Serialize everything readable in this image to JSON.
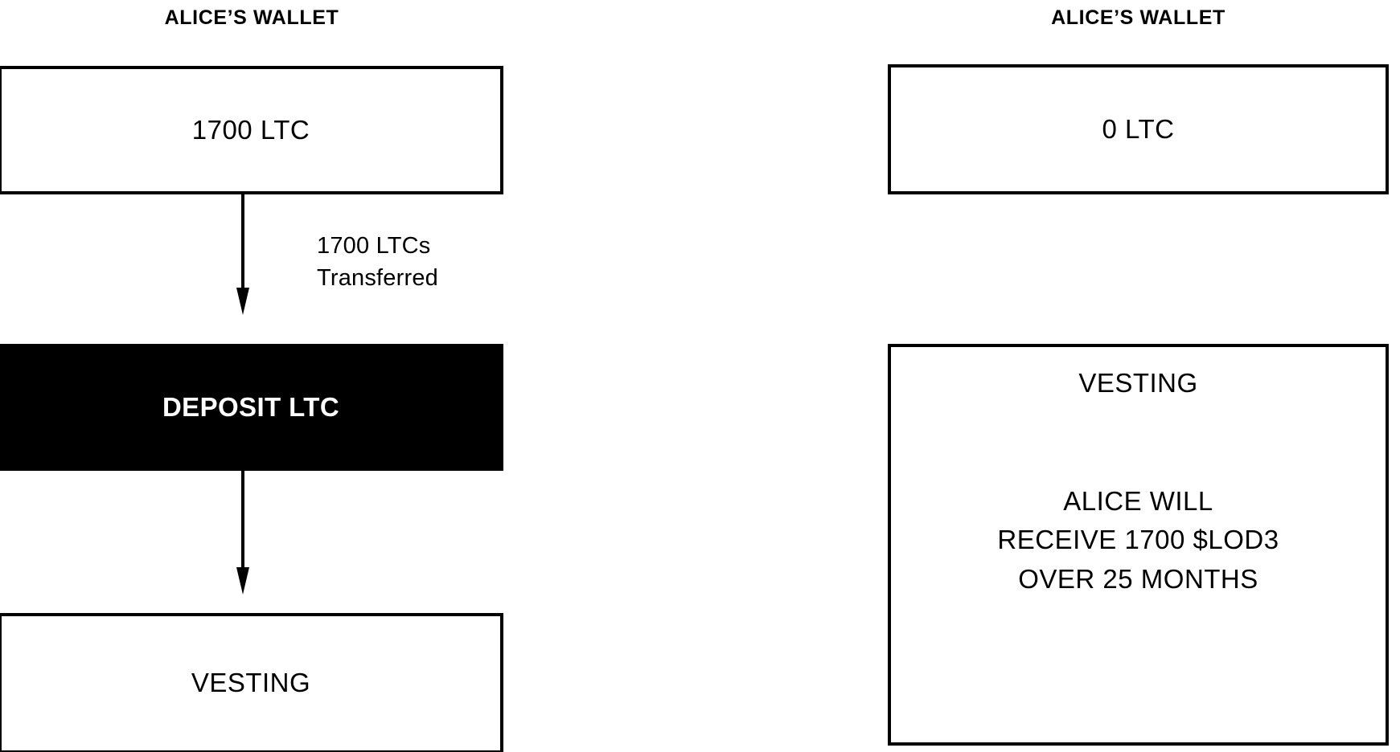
{
  "diagram": {
    "background_color": "#ffffff",
    "stroke_color": "#000000",
    "left_column": {
      "title": "ALICE’S WALLET",
      "nodes": [
        {
          "id": "alice-balance",
          "label": "1700 LTC",
          "style": "outlined"
        },
        {
          "id": "deposit-ltc",
          "label": "DEPOSIT LTC",
          "style": "filled"
        },
        {
          "id": "vesting-left",
          "label": "VESTING",
          "style": "outlined"
        }
      ],
      "edges": [
        {
          "id": "arrow-deposit",
          "from": "alice-balance",
          "to": "deposit-ltc",
          "label": "1700 LTCs\nTransferred"
        },
        {
          "id": "arrow-vesting",
          "from": "deposit-ltc",
          "to": "vesting-left",
          "label": ""
        }
      ]
    },
    "right_column": {
      "title": "ALICE’S WALLET",
      "nodes": [
        {
          "id": "alice-balance-after",
          "label": "0 LTC",
          "style": "outlined"
        },
        {
          "id": "vesting-right",
          "heading": "VESTING",
          "detail": "ALICE WILL\nRECEIVE 1700 $LOD3\nOVER 25 MONTHS",
          "style": "outlined"
        }
      ]
    }
  }
}
